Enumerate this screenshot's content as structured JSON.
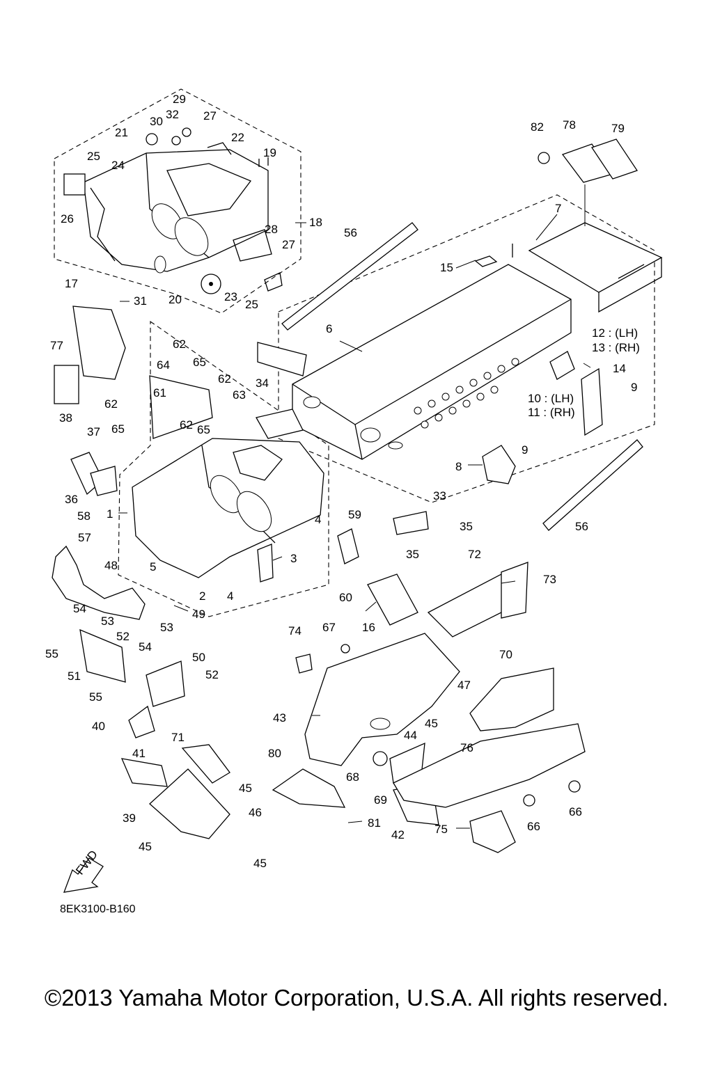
{
  "diagram": {
    "drawing_code": "8EK3100-B160",
    "copyright": "©2013 Yamaha Motor Corporation, U.S.A. All rights reserved.",
    "fwd_label": "FWD",
    "callouts": {
      "c1": "1",
      "c2": "2",
      "c3": "3",
      "c4a": "4",
      "c4b": "4",
      "c5": "5",
      "c6": "6",
      "c7": "7",
      "c8": "8",
      "c9a": "9",
      "c9b": "9",
      "c10": "10 : (LH)",
      "c11": "11 : (RH)",
      "c12": "12 : (LH)",
      "c13": "13 : (RH)",
      "c14": "14",
      "c15": "15",
      "c16": "16",
      "c17": "17",
      "c18": "18",
      "c19": "19",
      "c20": "20",
      "c21": "21",
      "c22": "22",
      "c23": "23",
      "c24": "24",
      "c25a": "25",
      "c25b": "25",
      "c26": "26",
      "c27a": "27",
      "c27b": "27",
      "c28": "28",
      "c29": "29",
      "c30": "30",
      "c31": "31",
      "c32": "32",
      "c33": "33",
      "c34": "34",
      "c35a": "35",
      "c35b": "35",
      "c36": "36",
      "c37": "37",
      "c38": "38",
      "c39": "39",
      "c40": "40",
      "c41": "41",
      "c42": "42",
      "c43": "43",
      "c44": "44",
      "c45a": "45",
      "c45b": "45",
      "c45c": "45",
      "c45d": "45",
      "c46": "46",
      "c47": "47",
      "c48": "48",
      "c49": "49",
      "c50": "50",
      "c51": "51",
      "c52a": "52",
      "c52b": "52",
      "c53a": "53",
      "c53b": "53",
      "c54a": "54",
      "c54b": "54",
      "c55a": "55",
      "c55b": "55",
      "c56a": "56",
      "c56b": "56",
      "c57": "57",
      "c58": "58",
      "c59": "59",
      "c60": "60",
      "c61": "61",
      "c62a": "62",
      "c62b": "62",
      "c62c": "62",
      "c62d": "62",
      "c63": "63",
      "c64": "64",
      "c65a": "65",
      "c65b": "65",
      "c65c": "65",
      "c66a": "66",
      "c66b": "66",
      "c67": "67",
      "c68": "68",
      "c69": "69",
      "c70": "70",
      "c71": "71",
      "c72": "72",
      "c73": "73",
      "c74": "74",
      "c75": "75",
      "c76": "76",
      "c77": "77",
      "c78": "78",
      "c79": "79",
      "c80": "80",
      "c81": "81",
      "c82": "82"
    }
  }
}
